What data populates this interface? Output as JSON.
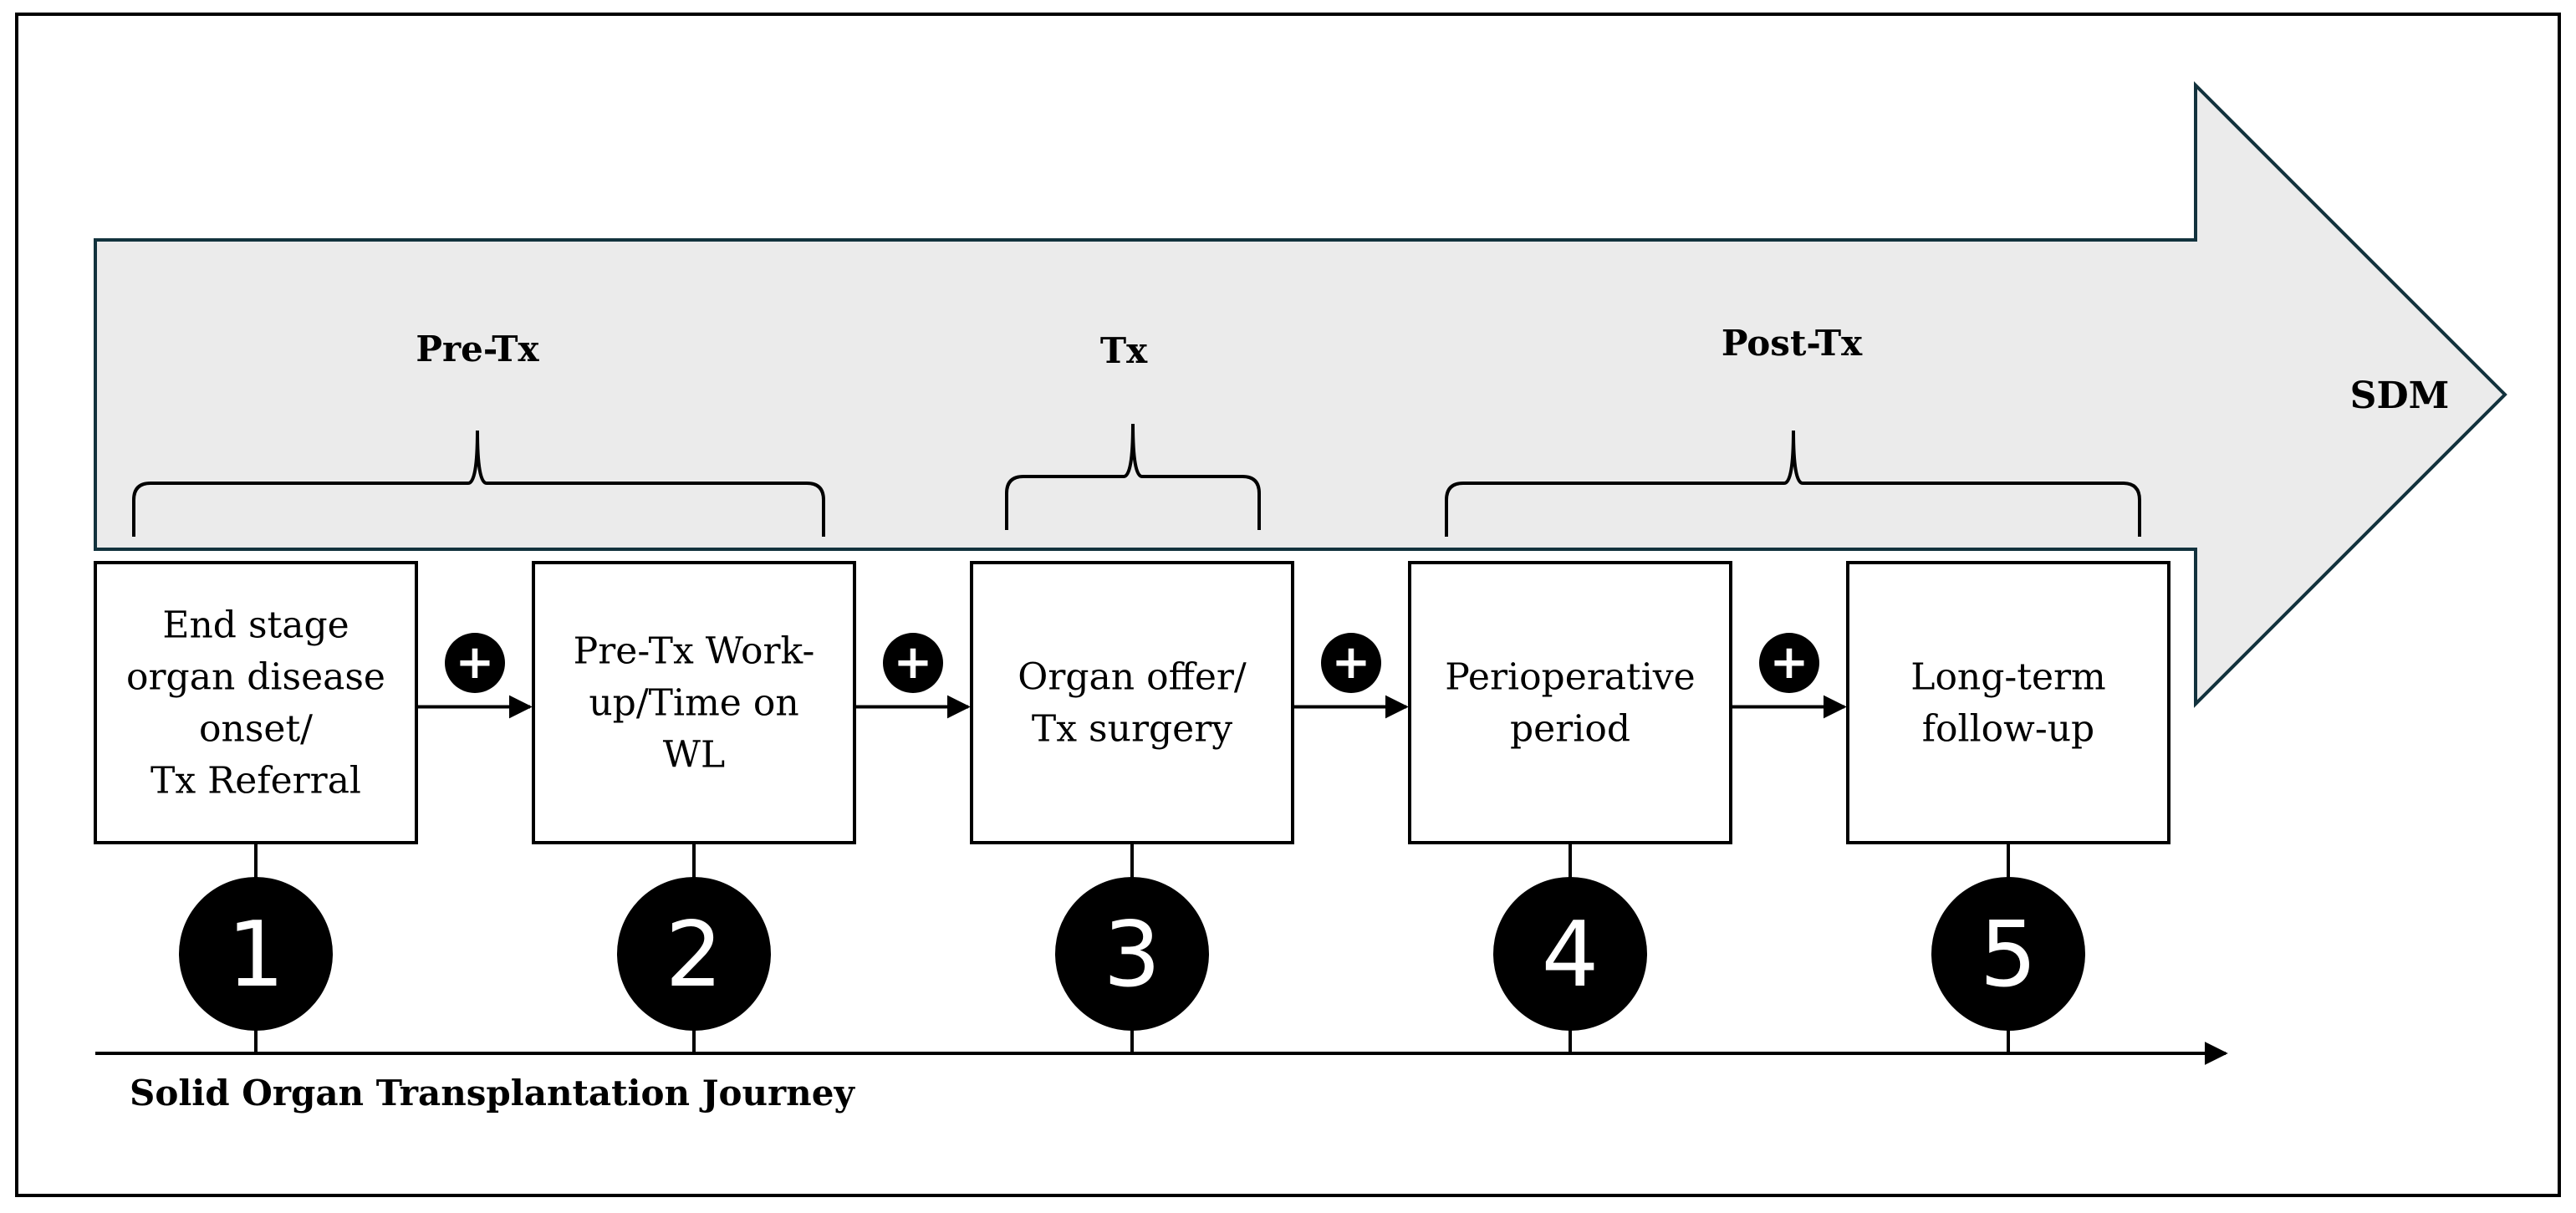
{
  "arrow": {
    "label": "SDM",
    "fill": "#ebebeb",
    "stroke": "#12323d"
  },
  "phases": [
    {
      "label": "Pre-Tx"
    },
    {
      "label": "Tx"
    },
    {
      "label": "Post-Tx"
    }
  ],
  "steps": [
    {
      "number": "1",
      "lines": [
        "End stage",
        "organ disease",
        "onset/",
        "Tx Referral"
      ]
    },
    {
      "number": "2",
      "lines": [
        "Pre-Tx Work-",
        "up/Time on",
        "WL"
      ]
    },
    {
      "number": "3",
      "lines": [
        "Organ offer/",
        "Tx surgery"
      ]
    },
    {
      "number": "4",
      "lines": [
        "Perioperative",
        "period"
      ]
    },
    {
      "number": "5",
      "lines": [
        "Long-term",
        "follow-up"
      ]
    }
  ],
  "connector_symbol": "+",
  "timeline": {
    "label": "Solid Organ Transplantation Journey"
  },
  "icons": {
    "plus": "plus-circle-icon",
    "step_marker": "numbered-circle-icon"
  }
}
